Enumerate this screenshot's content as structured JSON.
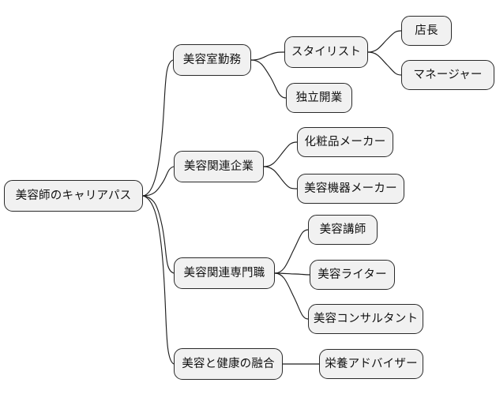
{
  "diagram": {
    "type": "mindmap",
    "title": "美容師のキャリアパス",
    "background_color": "#ffffff",
    "node_fill_color": "#f1f1f1",
    "node_border_color": "#2a2a2a",
    "edge_color": "#1f1f1f",
    "text_color": "#121212"
  },
  "nodes": {
    "root": {
      "label": "美容師のキャリアパス"
    },
    "b1": {
      "label": "美容室勤務"
    },
    "b1c1": {
      "label": "スタイリスト"
    },
    "b1c1g1": {
      "label": "店長"
    },
    "b1c1g2": {
      "label": "マネージャー"
    },
    "b1c2": {
      "label": "独立開業"
    },
    "b2": {
      "label": "美容関連企業"
    },
    "b2c1": {
      "label": "化粧品メーカー"
    },
    "b2c2": {
      "label": "美容機器メーカー"
    },
    "b3": {
      "label": "美容関連専門職"
    },
    "b3c1": {
      "label": "美容講師"
    },
    "b3c2": {
      "label": "美容ライター"
    },
    "b3c3": {
      "label": "美容コンサルタント"
    },
    "b4": {
      "label": "美容と健康の融合"
    },
    "b4c1": {
      "label": "栄養アドバイザー"
    }
  },
  "tree": {
    "label": "美容師のキャリアパス",
    "children": [
      {
        "label": "美容室勤務",
        "children": [
          {
            "label": "スタイリスト",
            "children": [
              {
                "label": "店長",
                "children": []
              },
              {
                "label": "マネージャー",
                "children": []
              }
            ]
          },
          {
            "label": "独立開業",
            "children": []
          }
        ]
      },
      {
        "label": "美容関連企業",
        "children": [
          {
            "label": "化粧品メーカー",
            "children": []
          },
          {
            "label": "美容機器メーカー",
            "children": []
          }
        ]
      },
      {
        "label": "美容関連専門職",
        "children": [
          {
            "label": "美容講師",
            "children": []
          },
          {
            "label": "美容ライター",
            "children": []
          },
          {
            "label": "美容コンサルタント",
            "children": []
          }
        ]
      },
      {
        "label": "美容と健康の融合",
        "children": [
          {
            "label": "栄養アドバイザー",
            "children": []
          }
        ]
      }
    ]
  }
}
